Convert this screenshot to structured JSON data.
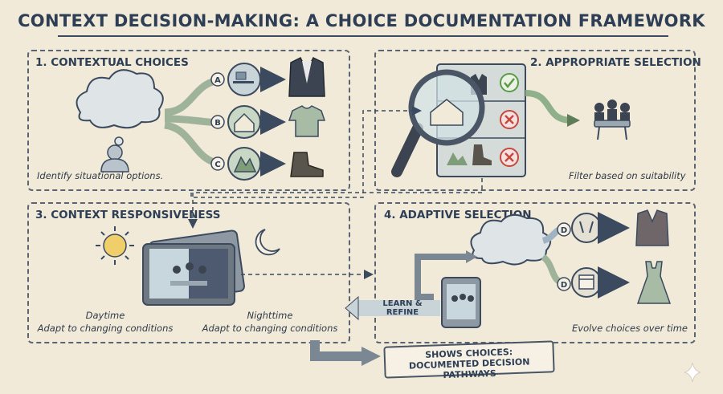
{
  "title": "CONTEXT DECISION-MAKING: A CHOICE DOCUMENTATION FRAMEWORK",
  "panels": {
    "p1": {
      "heading": "1. CONTEXTUAL CHOICES",
      "caption": "Identify situational options.",
      "options": [
        "A",
        "B",
        "C"
      ]
    },
    "p2": {
      "heading": "2. APPROPRIATE SELECTION",
      "caption": "Filter based on suitability"
    },
    "p3": {
      "heading": "3. CONTEXT RESPONSIVENESS",
      "day_label": "Daytime",
      "day_caption": "Adapt to changing conditions",
      "night_label": "Nighttime",
      "night_caption": "Adapt to changing conditions"
    },
    "p4": {
      "heading": "4. ADAPTIVE SELECTION",
      "caption": "Evolve choices over time",
      "options": [
        "D",
        "D"
      ]
    }
  },
  "loop_label": "LEARN & REFINE",
  "badge": {
    "line1": "SHOWS CHOICES:",
    "line2": "DOCUMENTED DECISION PATHWAYS"
  },
  "colors": {
    "accent_green": "#8fb08a",
    "accent_blue": "#9fb3c3",
    "check": "#5c9a4a",
    "cross": "#c8483f"
  }
}
